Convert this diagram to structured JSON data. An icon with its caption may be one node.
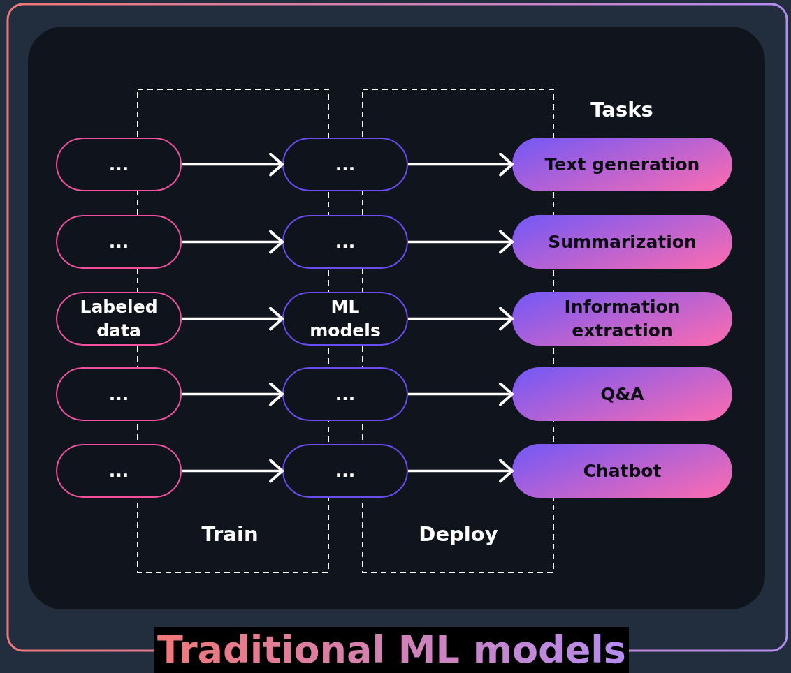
{
  "diagram": {
    "title": "Traditional ML models",
    "nodes": [
      {
        "text": [
          "..."
        ]
      },
      {
        "text": [
          "..."
        ]
      },
      {
        "text": [
          "Text generation"
        ]
      },
      {
        "text": [
          "..."
        ]
      },
      {
        "text": [
          "..."
        ]
      },
      {
        "text": [
          "Summarization"
        ]
      },
      {
        "text": [
          "Labeled data"
        ]
      },
      {
        "text": [
          "ML models"
        ]
      },
      {
        "text": [
          "Information extraction"
        ]
      },
      {
        "text": [
          "..."
        ]
      },
      {
        "text": [
          "..."
        ]
      },
      {
        "text": [
          "Q&A"
        ]
      },
      {
        "text": [
          "..."
        ]
      },
      {
        "text": [
          "..."
        ]
      },
      {
        "text": [
          "Chatbot"
        ]
      }
    ],
    "edges": [
      {
        "from": 0,
        "to": 1,
        "arrow": "to"
      },
      {
        "from": 1,
        "to": 2,
        "arrow": "to"
      },
      {
        "from": 3,
        "to": 4,
        "arrow": "to"
      },
      {
        "from": 4,
        "to": 5,
        "arrow": "to"
      },
      {
        "from": 6,
        "to": 7,
        "arrow": "to"
      },
      {
        "from": 7,
        "to": 8,
        "arrow": "to"
      },
      {
        "from": 9,
        "to": 10,
        "arrow": "to"
      },
      {
        "from": 10,
        "to": 11,
        "arrow": "to"
      },
      {
        "from": 12,
        "to": 13,
        "arrow": "to"
      },
      {
        "from": 13,
        "to": 14,
        "arrow": "to"
      }
    ],
    "labels": [
      "Tasks",
      "Train",
      "Deploy"
    ]
  }
}
